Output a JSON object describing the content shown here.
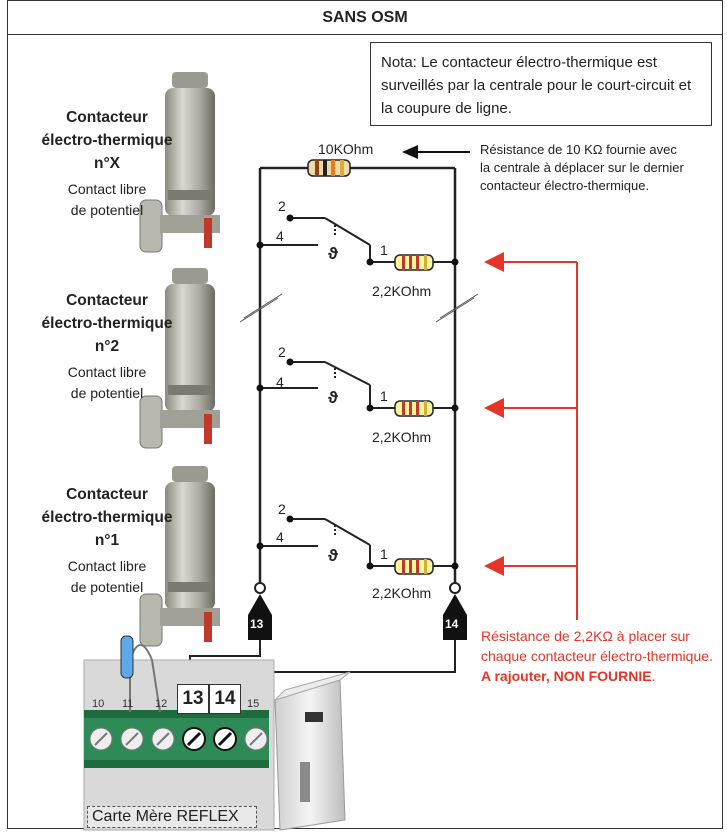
{
  "title": "SANS OSM",
  "nota": "Nota: Le contacteur électro-thermique est surveillés par la centrale pour le court-circuit et la coupure de ligne.",
  "switches": [
    {
      "l1": "Contacteur",
      "l2": "électro-thermique",
      "l3": "n°X",
      "s1": "Contact libre",
      "s2": "de potentiel"
    },
    {
      "l1": "Contacteur",
      "l2": "électro-thermique",
      "l3": "n°2",
      "s1": "Contact libre",
      "s2": "de potentiel"
    },
    {
      "l1": "Contacteur",
      "l2": "électro-thermique",
      "l3": "n°1",
      "s1": "Contact libre",
      "s2": "de potentiel"
    }
  ],
  "resistor_top_label": "10KOhm",
  "resistor_top_note": [
    "Résistance de 10 KΩ  fournie avec",
    "la centrale à déplacer sur le dernier",
    "contacteur électro-thermique."
  ],
  "resistor_eol_label": "2,2KOhm",
  "contact_numbers": {
    "nc": "2",
    "no": "4",
    "com": "1"
  },
  "theta_symbol": "ϑ",
  "terminals": {
    "left": "13",
    "right": "14"
  },
  "red_note": {
    "line1": "Résistance de 2,2KΩ  à placer sur",
    "line2": "chaque contacteur électro-thermique.",
    "line3": "A rajouter, NON FOURNIE",
    "line3_end": "."
  },
  "board": {
    "label": "Carte Mère REFLEX",
    "terminals_small": [
      "10",
      "11",
      "12",
      "15"
    ],
    "terminals_big": [
      "13",
      "14"
    ]
  },
  "colors": {
    "accent_red": "#e53528",
    "board_green": "#2e8b57"
  }
}
